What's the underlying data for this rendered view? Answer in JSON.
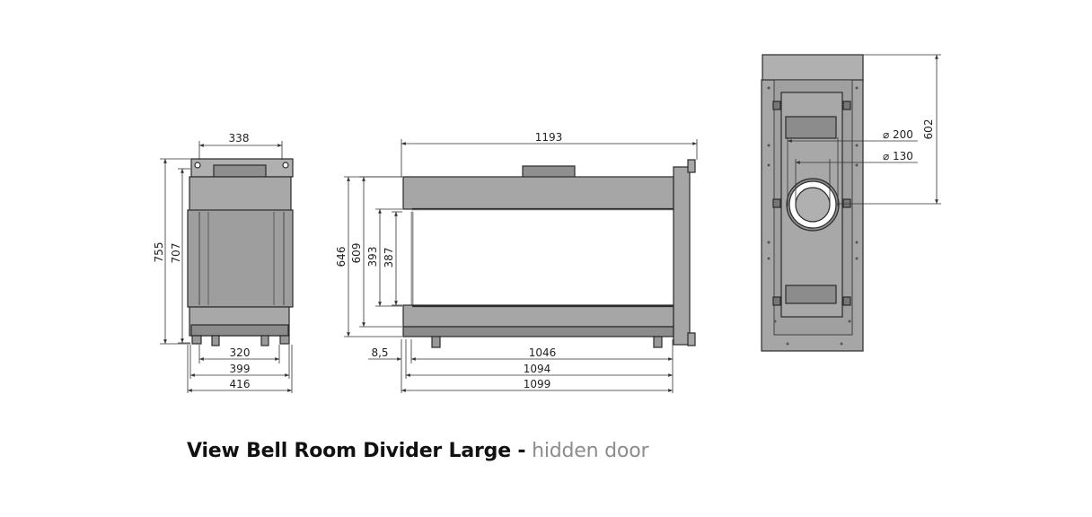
{
  "title": {
    "main": "View Bell Room Divider Large -",
    "sub": "hidden door"
  },
  "colors": {
    "body_fill": "#a6a6a6",
    "dark_fill": "#8a8a8a",
    "outline": "#2a2a2a",
    "dim_line": "#333333",
    "subtitle": "#8c8c8c"
  },
  "side_view": {
    "width_top": "338",
    "height_outer": "755",
    "height_inner": "707",
    "width_320": "320",
    "width_399": "399",
    "width_416": "416"
  },
  "front_view": {
    "width_1193": "1193",
    "height_646": "646",
    "height_609": "609",
    "height_393": "393",
    "height_387": "387",
    "offset": "8,5",
    "width_1046": "1046",
    "width_1094": "1094",
    "width_1099": "1099"
  },
  "top_view": {
    "diameter_200": "200",
    "diameter_130": "130",
    "depth_602": "602",
    "diameter_symbol": "⌀"
  }
}
